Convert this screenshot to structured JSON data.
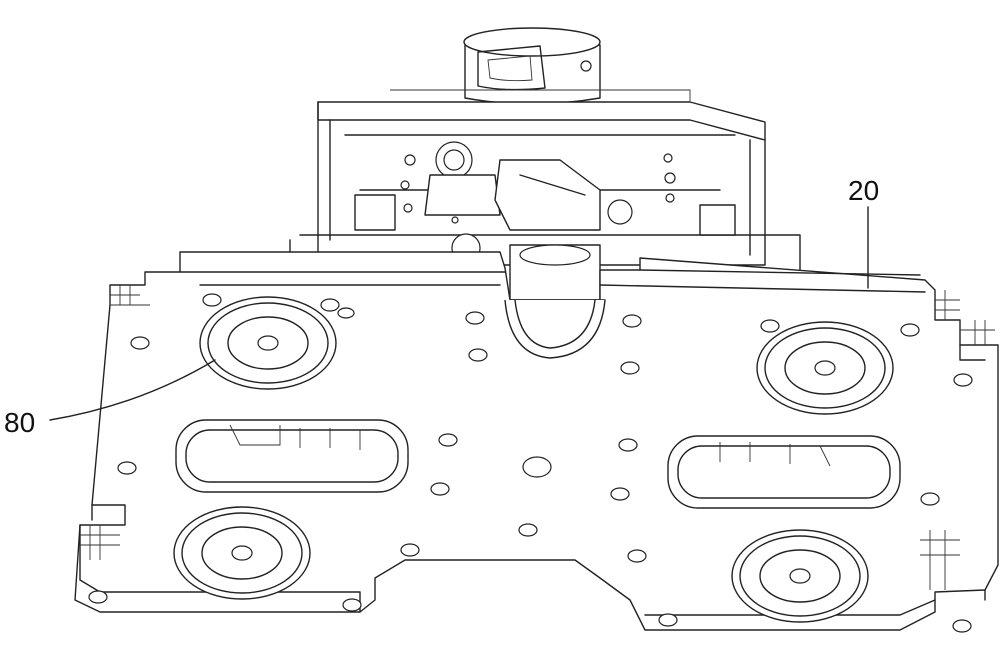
{
  "figure": {
    "labels": [
      {
        "id": "label-20",
        "text": "20"
      },
      {
        "id": "label-80",
        "text": "80"
      }
    ]
  }
}
